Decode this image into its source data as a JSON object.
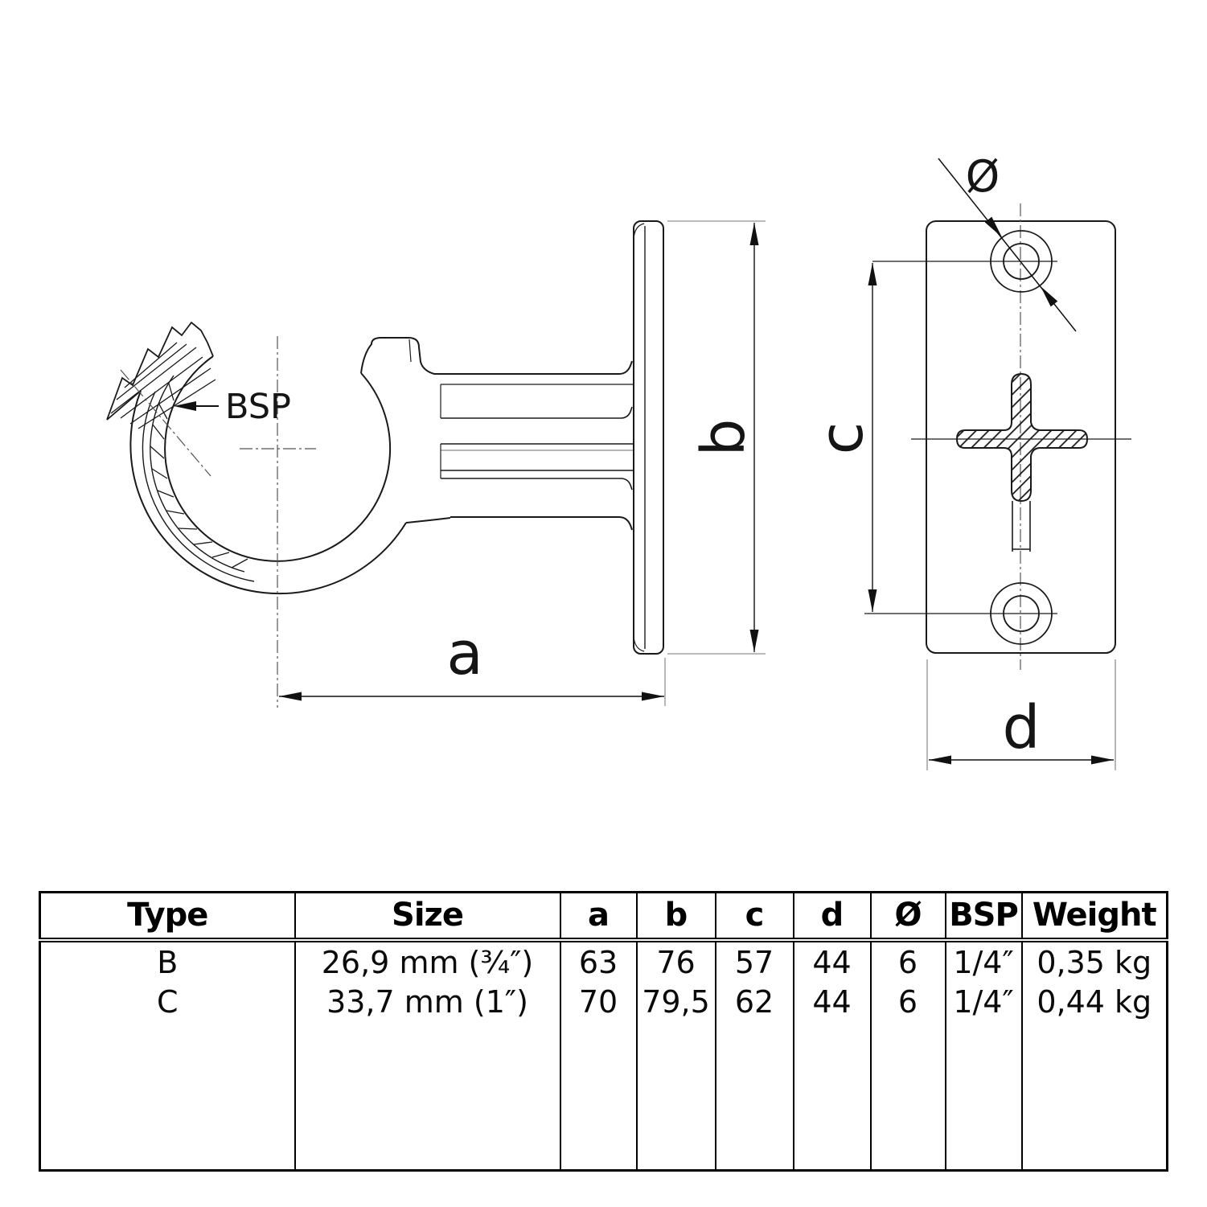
{
  "drawing": {
    "labels": {
      "a": "a",
      "b": "b",
      "c": "c",
      "d": "d",
      "diameter": "Ø",
      "bsp": "BSP"
    }
  },
  "table": {
    "headers": [
      "Type",
      "Size",
      "a",
      "b",
      "c",
      "d",
      "Ø",
      "BSP",
      "Weight"
    ],
    "rows": [
      {
        "type": "B",
        "size": "26,9 mm (¾″)",
        "a": "63",
        "b": "76",
        "c": "57",
        "d": "44",
        "diameter": "6",
        "bsp": "1/4″",
        "weight": "0,35 kg"
      },
      {
        "type": "C",
        "size": "33,7 mm (1″)",
        "a": "70",
        "b": "79,5",
        "c": "62",
        "d": "44",
        "diameter": "6",
        "bsp": "1/4″",
        "weight": "0,44 kg"
      }
    ]
  }
}
